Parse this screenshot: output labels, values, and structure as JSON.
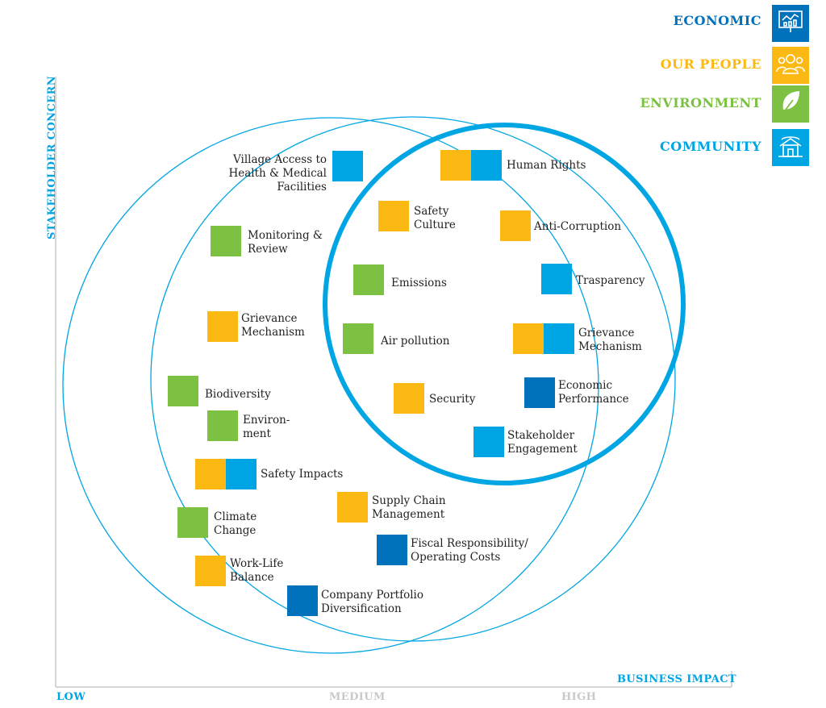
{
  "colors": {
    "economic": "#0072bc",
    "our_people": "#fdb913",
    "environment": "#7dc142",
    "community": "#00a5e3",
    "ring": "#00a5e3",
    "axis_gray": "#c7c9cb"
  },
  "legend": [
    {
      "key": "economic",
      "label": "ECONOMIC",
      "icon": "presentation-chart-icon"
    },
    {
      "key": "our_people",
      "label": "OUR PEOPLE",
      "icon": "people-group-icon"
    },
    {
      "key": "environment",
      "label": "ENVIRONMENT",
      "icon": "leaf-icon"
    },
    {
      "key": "community",
      "label": "COMMUNITY",
      "icon": "house-community-icon"
    }
  ],
  "axes": {
    "y_label": "STAKEHOLDER CONCERN",
    "x_label": "BUSINESS IMPACT",
    "ticks": [
      "LOW",
      "MEDIUM",
      "HIGH"
    ]
  },
  "topics": [
    {
      "label": "Village Access to\nHealth & Medical Facilities",
      "categories": [
        "community"
      ]
    },
    {
      "label": "Human Rights",
      "categories": [
        "our_people",
        "community"
      ]
    },
    {
      "label": "Safety\nCulture",
      "categories": [
        "our_people"
      ]
    },
    {
      "label": "Anti-Corruption",
      "categories": [
        "our_people"
      ]
    },
    {
      "label": "Monitoring &\nReview",
      "categories": [
        "environment"
      ]
    },
    {
      "label": "Emissions",
      "categories": [
        "environment"
      ]
    },
    {
      "label": "Trasparency",
      "categories": [
        "community"
      ]
    },
    {
      "label": "Grievance\nMechanism",
      "categories": [
        "our_people"
      ]
    },
    {
      "label": "Air pollution",
      "categories": [
        "environment"
      ]
    },
    {
      "label": "Grievance\nMechanism",
      "categories": [
        "our_people",
        "community"
      ]
    },
    {
      "label": "Biodiversity",
      "categories": [
        "environment"
      ]
    },
    {
      "label": "Security",
      "categories": [
        "our_people"
      ]
    },
    {
      "label": "Economic\nPerformance",
      "categories": [
        "economic"
      ]
    },
    {
      "label": "Environ-\nment",
      "categories": [
        "environment"
      ]
    },
    {
      "label": "Stakeholder\nEngagement",
      "categories": [
        "community"
      ]
    },
    {
      "label": "Safety Impacts",
      "categories": [
        "our_people",
        "community"
      ]
    },
    {
      "label": "Supply Chain\nManagement",
      "categories": [
        "our_people"
      ]
    },
    {
      "label": "Climate\nChange",
      "categories": [
        "environment"
      ]
    },
    {
      "label": "Fiscal Responsibility/\nOperating Costs",
      "categories": [
        "economic"
      ]
    },
    {
      "label": "Work-Life\nBalance",
      "categories": [
        "our_people"
      ]
    },
    {
      "label": "Company Portfolio\nDiversification",
      "categories": [
        "economic"
      ]
    }
  ]
}
